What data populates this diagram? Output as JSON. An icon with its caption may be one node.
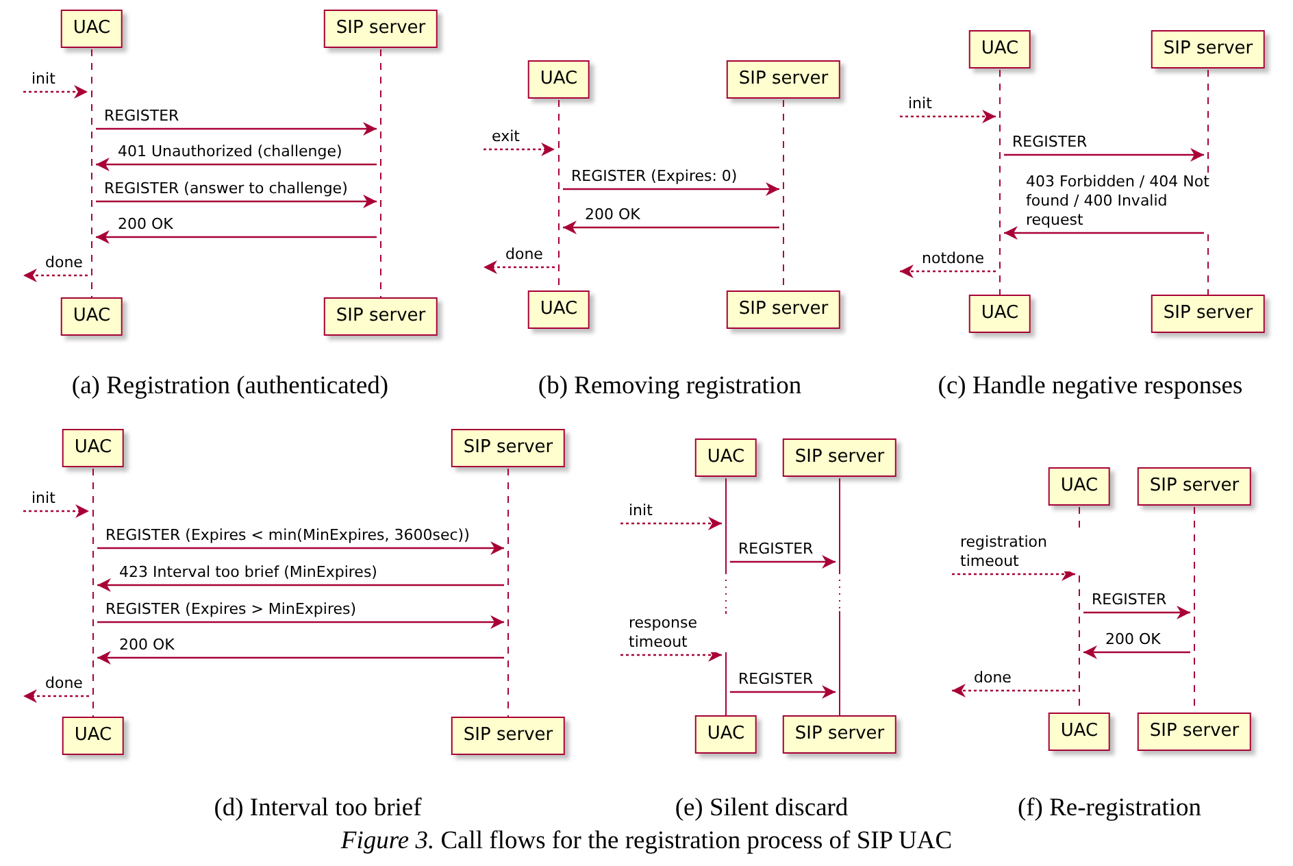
{
  "diagram": {
    "caption": "*Figure 3.* Call flows for the registration process of SIP UAC",
    "nodes": [
      {
        "text": [
          "UAC"
        ]
      },
      {
        "text": [
          "SIP server"
        ]
      },
      {
        "text": [],
        "shape": "line"
      },
      {
        "text": [],
        "shape": "line"
      },
      {
        "text": [
          "UAC"
        ]
      },
      {
        "text": [
          "SIP server"
        ]
      },
      {
        "text": [
          "UAC"
        ]
      },
      {
        "text": [
          "SIP server"
        ]
      },
      {
        "text": [],
        "shape": "line"
      },
      {
        "text": [],
        "shape": "line"
      },
      {
        "text": [
          "UAC"
        ]
      },
      {
        "text": [
          "SIP server"
        ]
      },
      {
        "text": [
          "UAC"
        ]
      },
      {
        "text": [
          "SIP server"
        ]
      },
      {
        "text": [],
        "shape": "line"
      },
      {
        "text": [],
        "shape": "line"
      },
      {
        "text": [
          "UAC"
        ]
      },
      {
        "text": [
          "SIP server"
        ]
      },
      {
        "text": [
          "UAC"
        ]
      },
      {
        "text": [
          "SIP server"
        ]
      },
      {
        "text": [],
        "shape": "line"
      },
      {
        "text": [],
        "shape": "line"
      },
      {
        "text": [
          "UAC"
        ]
      },
      {
        "text": [
          "SIP server"
        ]
      },
      {
        "text": [
          "UAC"
        ]
      },
      {
        "text": [
          "SIP server"
        ]
      },
      {
        "text": [],
        "shape": "line"
      },
      {
        "text": [],
        "shape": "line"
      },
      {
        "text": [
          "UAC"
        ]
      },
      {
        "text": [
          "SIP server"
        ]
      },
      {
        "text": [
          "UAC"
        ]
      },
      {
        "text": [
          "SIP server"
        ]
      },
      {
        "text": [],
        "shape": "line"
      },
      {
        "text": [],
        "shape": "line"
      },
      {
        "text": [
          "UAC"
        ]
      },
      {
        "text": [
          "SIP server"
        ]
      }
    ],
    "edges": [
      {
        "from": null,
        "to": 2,
        "arrow": "to",
        "label": "init",
        "style": "dashed"
      },
      {
        "from": 2,
        "to": 3,
        "arrow": "to",
        "label": "REGISTER"
      },
      {
        "from": 3,
        "to": 2,
        "arrow": "to",
        "label": "401 Unauthorized (challenge)"
      },
      {
        "from": 2,
        "to": 3,
        "arrow": "to",
        "label": "REGISTER (answer to challenge)"
      },
      {
        "from": 3,
        "to": 2,
        "arrow": "to",
        "label": "200 OK"
      },
      {
        "from": 2,
        "to": null,
        "arrow": "to",
        "label": "done",
        "style": "dashed"
      },
      {
        "from": null,
        "to": 8,
        "arrow": "to",
        "label": "exit",
        "style": "dashed"
      },
      {
        "from": 8,
        "to": 9,
        "arrow": "to",
        "label": "REGISTER (Expires: 0)"
      },
      {
        "from": 9,
        "to": 8,
        "arrow": "to",
        "label": "200 OK"
      },
      {
        "from": 8,
        "to": null,
        "arrow": "to",
        "label": "done",
        "style": "dashed"
      },
      {
        "from": null,
        "to": 14,
        "arrow": "to",
        "label": "init",
        "style": "dashed"
      },
      {
        "from": 14,
        "to": 15,
        "arrow": "to",
        "label": "REGISTER"
      },
      {
        "from": 15,
        "to": 14,
        "arrow": "to",
        "label": "403 Forbidden / 404 Not found / 400 Invalid request"
      },
      {
        "from": 14,
        "to": null,
        "arrow": "to",
        "label": "notdone",
        "style": "dashed"
      },
      {
        "from": null,
        "to": 20,
        "arrow": "to",
        "label": "init",
        "style": "dashed"
      },
      {
        "from": 20,
        "to": 21,
        "arrow": "to",
        "label": "REGISTER (Expires < min(MinExpires, 3600sec))"
      },
      {
        "from": 21,
        "to": 20,
        "arrow": "to",
        "label": "423 Interval too brief (MinExpires)"
      },
      {
        "from": 20,
        "to": 21,
        "arrow": "to",
        "label": "REGISTER (Expires > MinExpires)"
      },
      {
        "from": 21,
        "to": 20,
        "arrow": "to",
        "label": "200 OK"
      },
      {
        "from": 20,
        "to": null,
        "arrow": "to",
        "label": "done",
        "style": "dashed"
      },
      {
        "from": null,
        "to": 26,
        "arrow": "to",
        "label": "init",
        "style": "dashed"
      },
      {
        "from": 26,
        "to": 27,
        "arrow": "to",
        "label": "REGISTER"
      },
      {
        "from": null,
        "to": 26,
        "arrow": "to",
        "label": "response timeout",
        "style": "dashed"
      },
      {
        "from": 26,
        "to": 27,
        "arrow": "to",
        "label": "REGISTER"
      },
      {
        "from": null,
        "to": 32,
        "arrow": "to",
        "label": "registration timeout",
        "style": "dashed"
      },
      {
        "from": 32,
        "to": 33,
        "arrow": "to",
        "label": "REGISTER"
      },
      {
        "from": 33,
        "to": 32,
        "arrow": "to",
        "label": "200 OK"
      },
      {
        "from": 32,
        "to": null,
        "arrow": "to",
        "label": "done",
        "style": "dashed"
      }
    ],
    "labels": [
      "(a) Registration (authenticated)",
      "(b) Removing registration",
      "(c) Handle negative responses",
      "(d) Interval too brief",
      "(e) Silent discard",
      "(f) Re-registration"
    ]
  }
}
